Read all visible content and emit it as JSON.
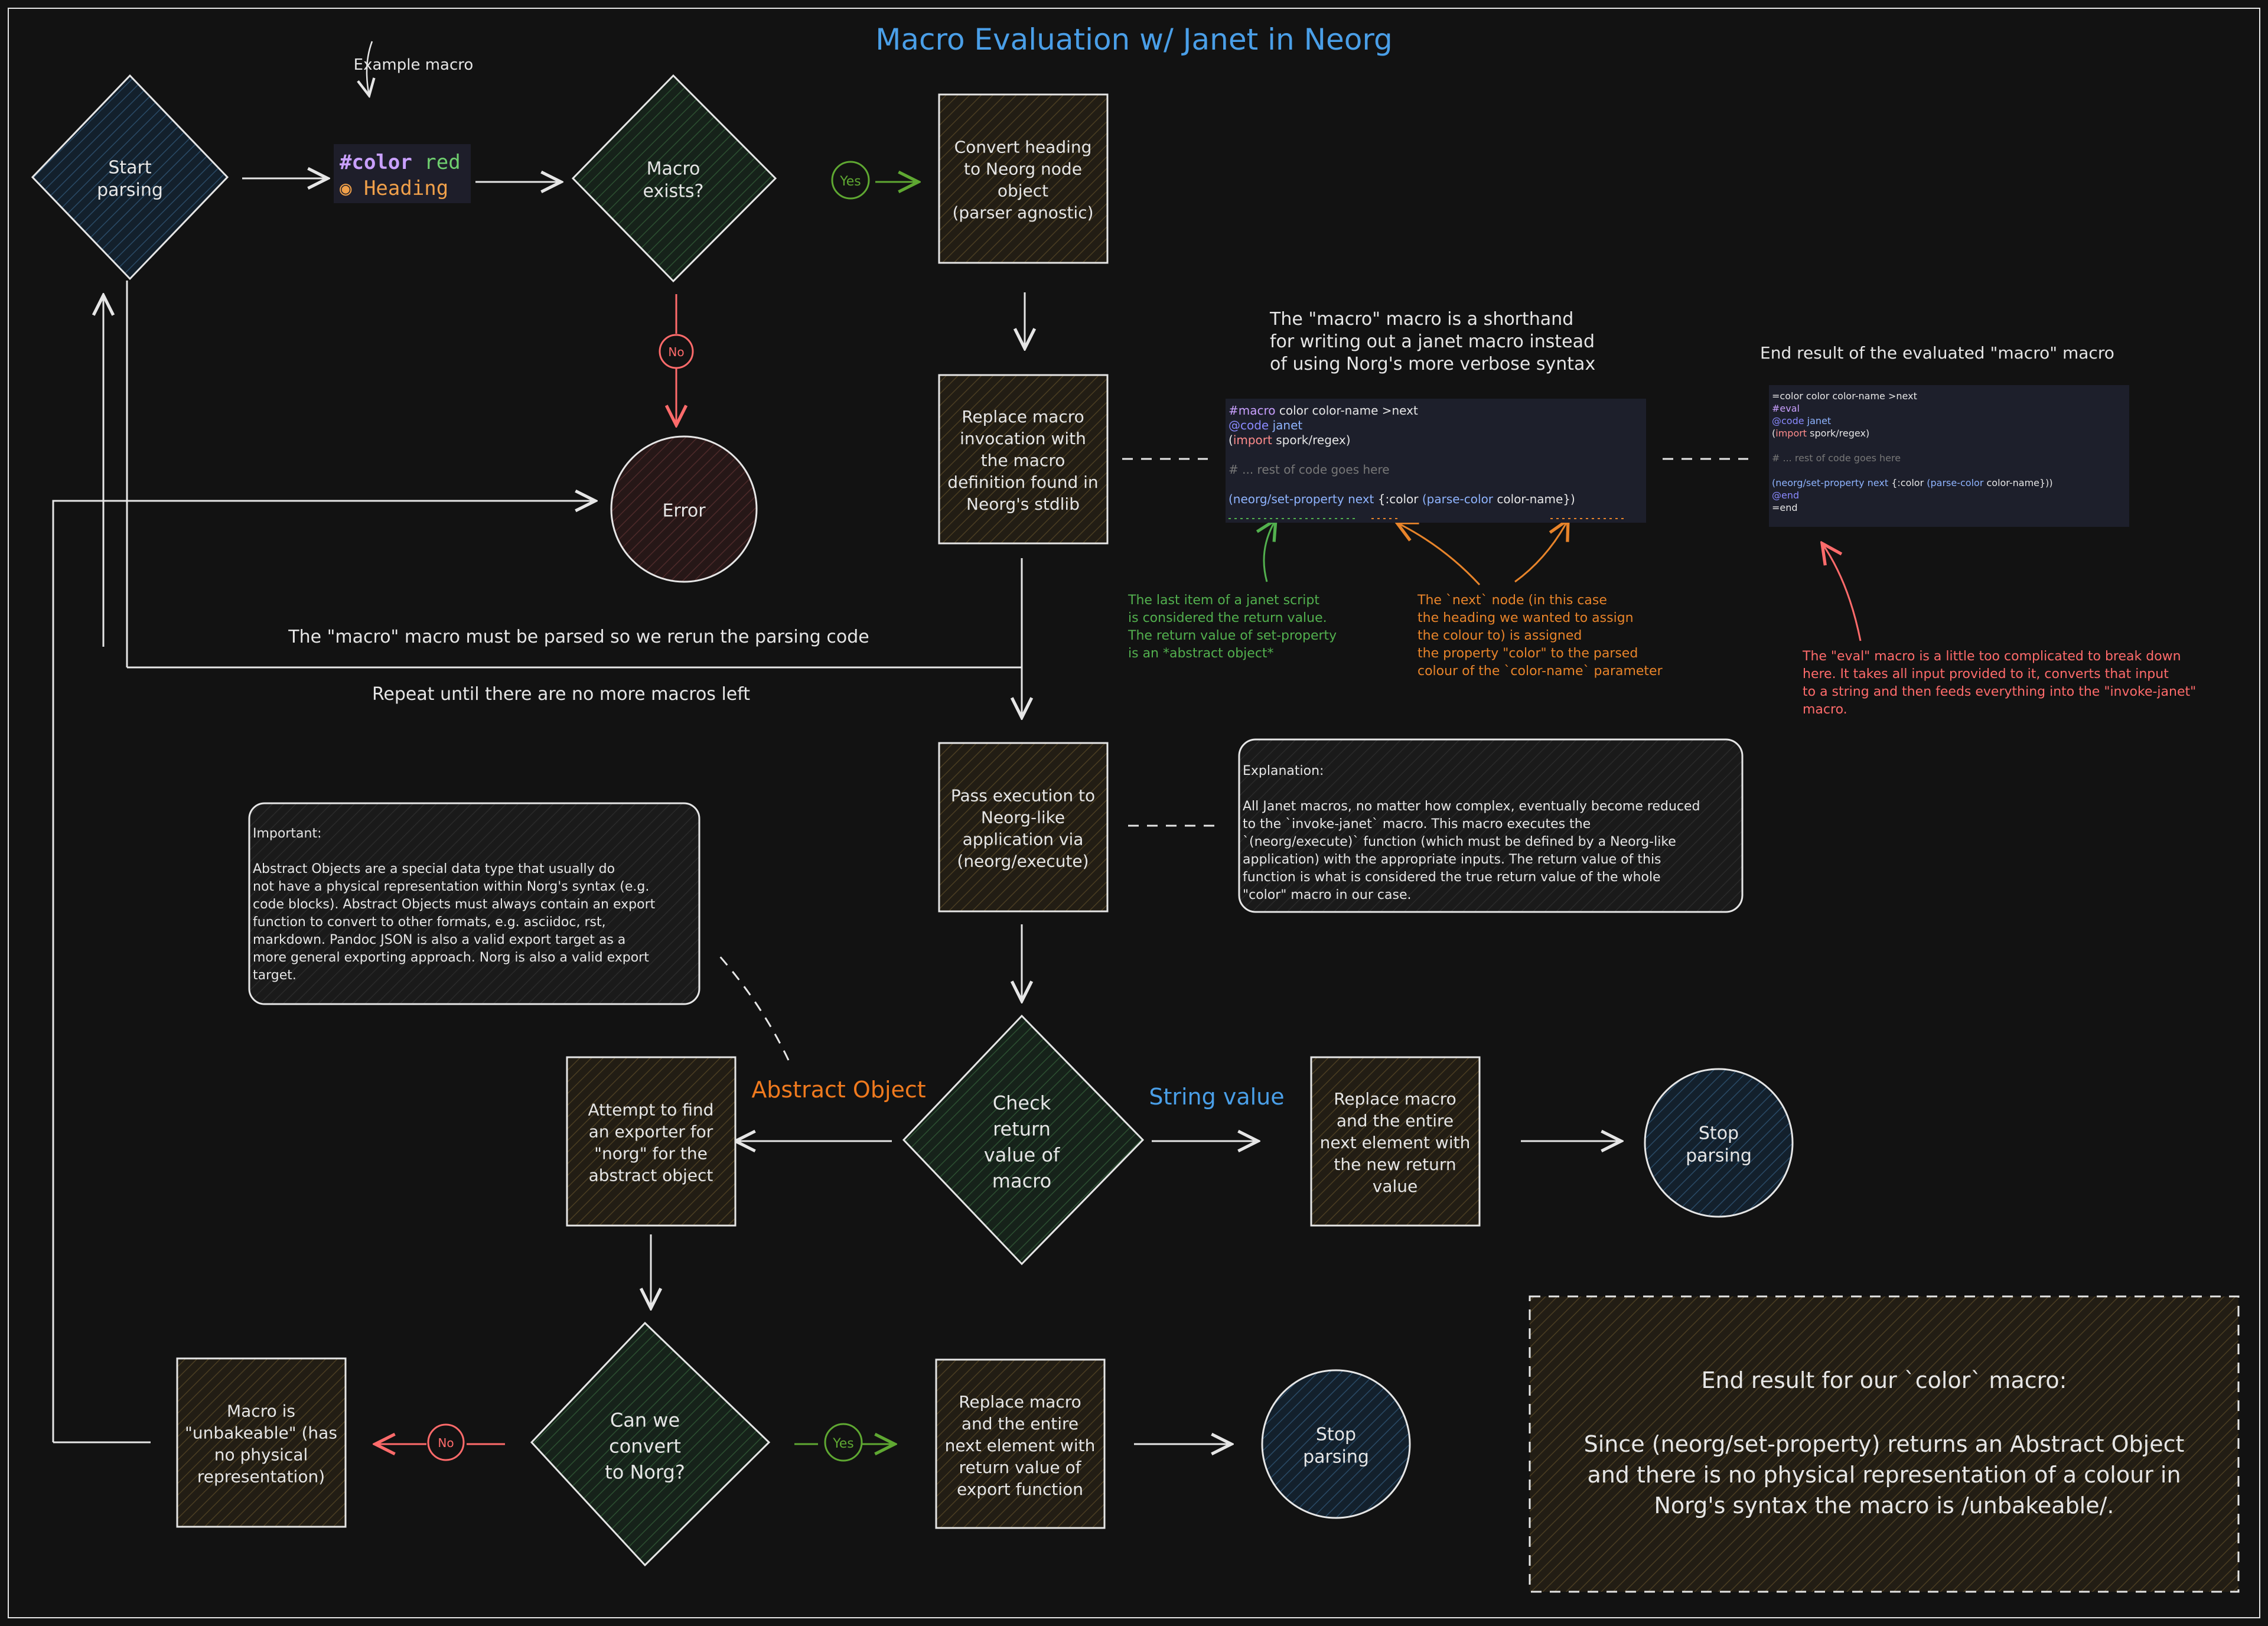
{
  "title": "Macro Evaluation w/ Janet in Neorg",
  "colors": {
    "background": "#121212",
    "stroke": "#e6e6e6",
    "title": "#4a9fe8",
    "yes": "#5fa832",
    "no": "#ff6b6b",
    "abstract": "#f07a1e",
    "string": "#4a9fe8",
    "comment_green": "#52b04e",
    "comment_orange": "#e8842a",
    "comment_red": "#ff6b6b"
  },
  "nodes": {
    "start": "Start\nparsing",
    "exists": "Macro\nexists?",
    "convert": "Convert heading\nto Neorg node\nobject\n(parser agnostic)",
    "error": "Error",
    "replace_invocation": "Replace macro\ninvocation with\nthe macro\ndefinition found in\nNeorg's stdlib",
    "pass_exec": "Pass execution to\nNeorg-like\napplication via\n(neorg/execute)",
    "check": "Check\nreturn\nvalue of\nmacro",
    "attempt": "Attempt to find\nan exporter for\n\"norg\" for the\nabstract object",
    "replace_string": "Replace macro\nand the entire\nnext element with\nthe new return\nvalue",
    "stop1": "Stop\nparsing",
    "can_convert": "Can we\nconvert\nto Norg?",
    "unbakeable": "Macro is\n\"unbakeable\" (has\nno physical\nrepresentation)",
    "replace_export": "Replace macro\nand the entire\nnext element with\nreturn value of\nexport function",
    "stop2": "Stop\nparsing"
  },
  "edge_labels": {
    "yes1": "Yes",
    "no1": "No",
    "no2": "No",
    "yes2": "Yes",
    "abstract_object": "Abstract Object",
    "string_value": "String value"
  },
  "example": {
    "label": "Example macro",
    "line1_hash": "#color",
    "line1_arg": " red",
    "line2_bullet": "◉",
    "line2_text": " Heading"
  },
  "notes": {
    "rerun": "The \"macro\" macro must be parsed so we rerun the parsing code",
    "repeat": "Repeat until there are no more macros left",
    "shorthand": "The \"macro\" macro is a shorthand\nfor writing out a janet macro instead\nof using Norg's more verbose syntax",
    "end_result_eval": "End result of the evaluated \"macro\" macro",
    "last_item": "The last item of a janet script\nis considered the return value.\nThe return value of set-property\nis an *abstract object*",
    "next_node": "The `next` node (in this case\nthe heading we wanted to assign\nthe colour to) is assigned\nthe property \"color\" to the parsed\ncolour of the `color-name` parameter",
    "eval_macro": "The \"eval\" macro is a little too complicated to break down\nhere. It takes all input provided to it, converts that input\nto a string and then feeds everything into the \"invoke-janet\"\nmacro.",
    "important": "Important:\n\nAbstract Objects are a special data type that usually do\nnot have a physical representation within Norg's syntax (e.g.\ncode blocks). Abstract Objects must always contain an export\nfunction to convert to other formats, e.g. asciidoc, rst,\nmarkdown. Pandoc JSON is also a valid export target as a\nmore general exporting approach. Norg is also a valid export\ntarget.",
    "explanation": "Explanation:\n\nAll Janet macros, no matter how complex, eventually become reduced\nto the `invoke-janet` macro. This macro executes the\n`(neorg/execute)` function (which must be defined by a Neorg-like\napplication) with the appropriate inputs. The return value of this\nfunction is what is considered the true return value of the whole\n\"color\" macro in our case.",
    "final_title": "End result for our `color` macro:",
    "final_body": "Since (neorg/set-property) returns an Abstract Object\nand there is no physical representation of a colour in\nNorg's syntax the macro is /unbakeable/."
  },
  "code1": [
    [
      [
        "#macro",
        "#c9a0ff"
      ],
      [
        " color color-name >next",
        "#e6e6e6"
      ]
    ],
    [
      [
        "@code",
        "#8a8aff"
      ],
      [
        " janet",
        "#8fb4ff"
      ]
    ],
    [
      [
        "(",
        "#e6e6e6"
      ],
      [
        "import",
        "#ff8c8c"
      ],
      [
        " spork/regex",
        "#e6e6e6"
      ],
      [
        ")",
        "#e6e6e6"
      ]
    ],
    [
      [
        "",
        "#e6e6e6"
      ]
    ],
    [
      [
        "# ... rest of code goes here",
        "#777777"
      ]
    ],
    [
      [
        "",
        "#e6e6e6"
      ]
    ],
    [
      [
        "(neorg/set-property",
        "#8fb4ff"
      ],
      [
        " next",
        "#8fb4ff"
      ],
      [
        " {",
        "#e6e6e6"
      ],
      [
        ":color",
        "#e6e6e6"
      ],
      [
        " (parse-color",
        "#8fb4ff"
      ],
      [
        " color-name",
        "#e6e6e6"
      ],
      [
        "})",
        "#e6e6e6"
      ]
    ]
  ],
  "code2": [
    [
      [
        "=color color color-name >next",
        "#e6e6e6"
      ]
    ],
    [
      [
        "#eval",
        "#c9a0ff"
      ]
    ],
    [
      [
        "@code",
        "#8a8aff"
      ],
      [
        " janet",
        "#8fb4ff"
      ]
    ],
    [
      [
        "(",
        "#e6e6e6"
      ],
      [
        "import",
        "#ff8c8c"
      ],
      [
        " spork/regex",
        "#e6e6e6"
      ],
      [
        ")",
        "#e6e6e6"
      ]
    ],
    [
      [
        "",
        "#e6e6e6"
      ]
    ],
    [
      [
        "# ... rest of code goes here",
        "#777777"
      ]
    ],
    [
      [
        "",
        "#e6e6e6"
      ]
    ],
    [
      [
        "(neorg/set-property",
        "#8fb4ff"
      ],
      [
        " next",
        "#8fb4ff"
      ],
      [
        " {",
        "#e6e6e6"
      ],
      [
        ":color",
        "#e6e6e6"
      ],
      [
        " (parse-color",
        "#8fb4ff"
      ],
      [
        " color-name",
        "#e6e6e6"
      ],
      [
        "}))",
        "#e6e6e6"
      ]
    ],
    [
      [
        "@end",
        "#8a8aff"
      ]
    ],
    [
      [
        "=end",
        "#e6e6e6"
      ]
    ]
  ]
}
